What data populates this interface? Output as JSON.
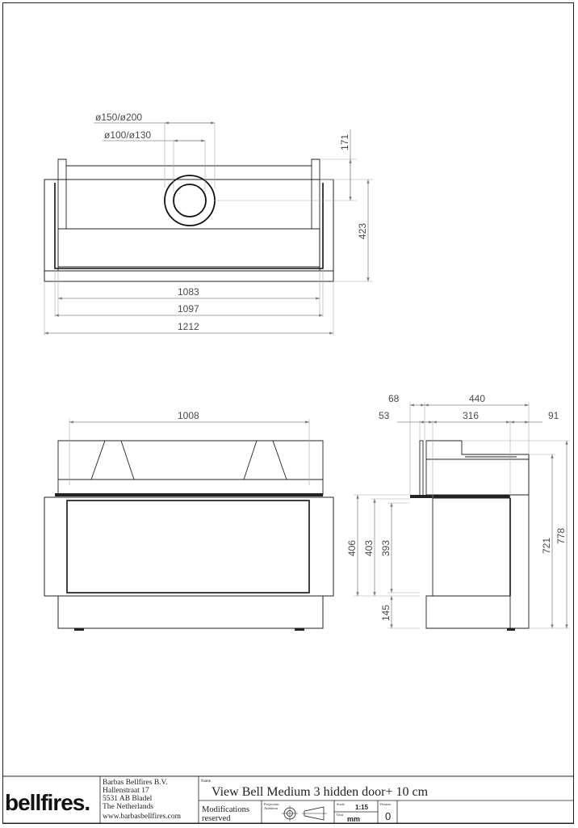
{
  "top_view": {
    "flue_outer": "ø150/ø200",
    "flue_inner": "ø100/ø130",
    "dim_171": "171",
    "dim_423": "423",
    "dim_1083": "1083",
    "dim_1097": "1097",
    "dim_1212": "1212"
  },
  "front_view": {
    "dim_1008": "1008",
    "dim_406": "406",
    "dim_403": "403",
    "dim_393": "393",
    "dim_145": "145"
  },
  "side_view": {
    "dim_68": "68",
    "dim_440": "440",
    "dim_53": "53",
    "dim_316": "316",
    "dim_91": "91",
    "dim_721": "721",
    "dim_778": "778"
  },
  "title_block": {
    "logo": "bellfires.",
    "company": "Barbas Bellfires B.V.",
    "street": "Hallenstraat 17",
    "postal": "5531 AB Bladel",
    "country": "The Netherlands",
    "website": "www.barbasbellfires.com",
    "name_label": "Name",
    "name": "View Bell Medium 3 hidden door+ 10 cm",
    "modifications_line1": "Modifications",
    "modifications_line2": "reserved",
    "projection_label": "Projection",
    "projection_type": "Attention",
    "scale_label": "Scale",
    "scale": "1:15",
    "unit_label": "Unit",
    "unit": "mm",
    "version_label": "Version",
    "version": "0"
  }
}
